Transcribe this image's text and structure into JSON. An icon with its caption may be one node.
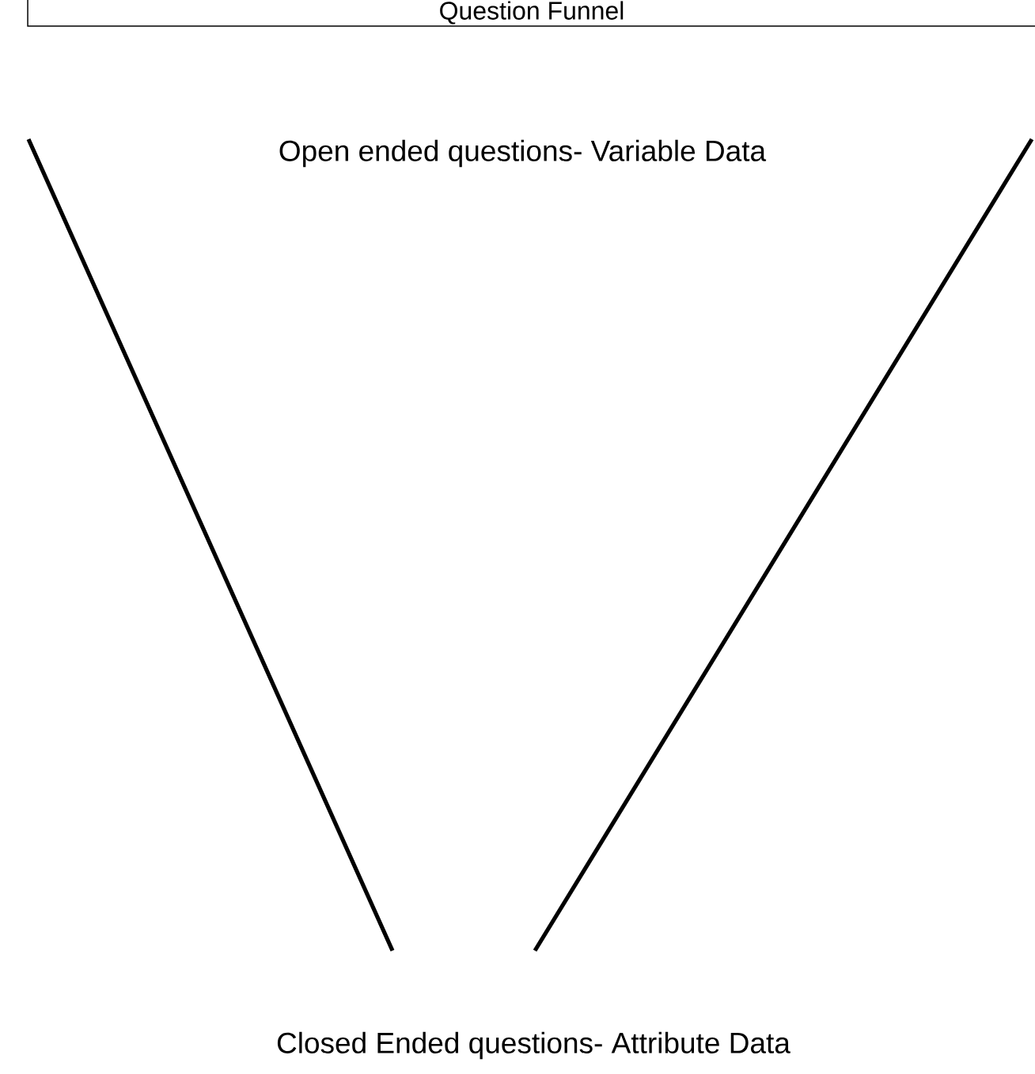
{
  "diagram": {
    "title": "Question Funnel",
    "labels": [
      "Open ended questions- Variable Data",
      "Closed Ended questions- Attribute Data"
    ]
  }
}
